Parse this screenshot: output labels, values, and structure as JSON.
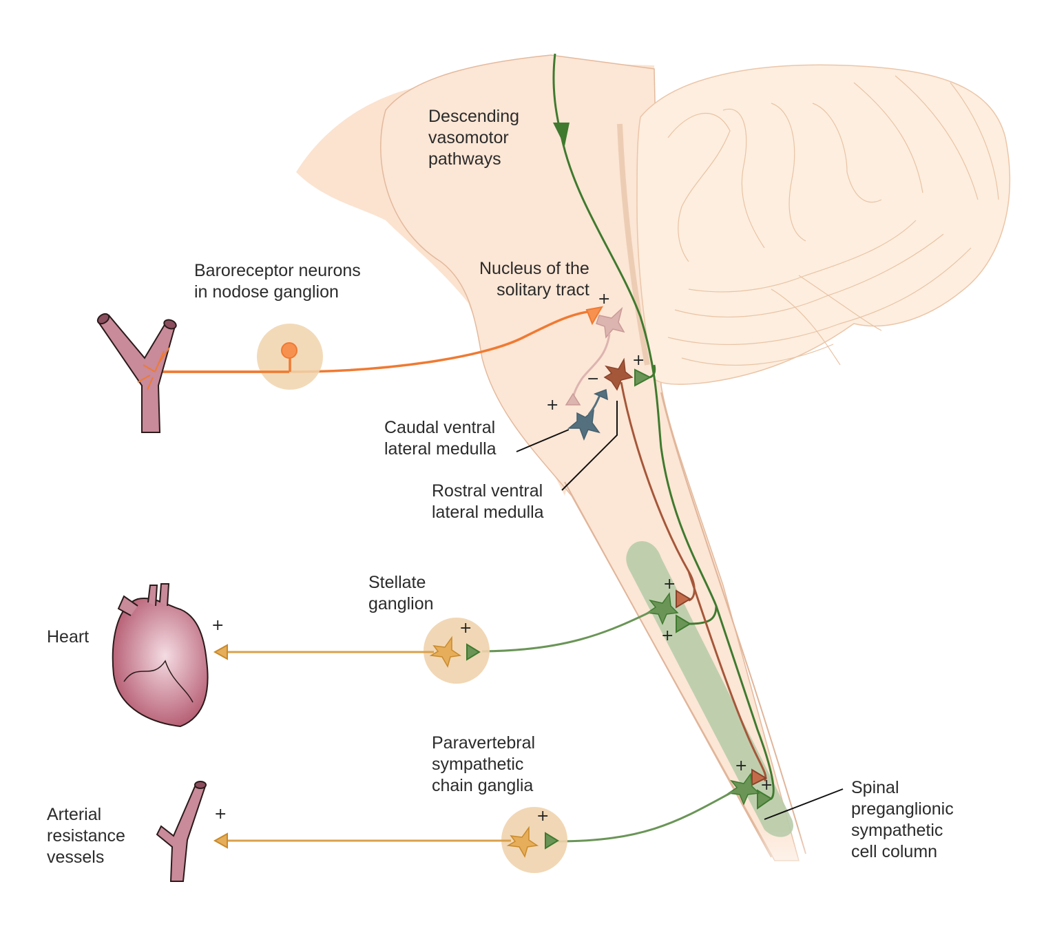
{
  "figure": {
    "title": "Baroreceptor reflex and sympathetic vasomotor control"
  },
  "labels": {
    "descending": [
      "Descending",
      "vasomotor",
      "pathways"
    ],
    "baroreceptor": [
      "Baroreceptor neurons",
      "in nodose ganglion"
    ],
    "nts": [
      "Nucleus of the",
      "solitary tract"
    ],
    "cvlm": [
      "Caudal ventral",
      "lateral medulla"
    ],
    "rvlm": [
      "Rostral ventral",
      "lateral medulla"
    ],
    "stellate": [
      "Stellate",
      "ganglion"
    ],
    "heart": [
      "Heart"
    ],
    "paravertebral": [
      "Paravertebral",
      "sympathetic",
      "chain ganglia"
    ],
    "arterial": [
      "Arterial",
      "resistance",
      "vessels"
    ],
    "spinal": [
      "Spinal",
      "preganglionic",
      "sympathetic",
      "cell column"
    ]
  },
  "signs": {
    "nts_input": "+",
    "rvlm_descending": "+",
    "cvlm_to_rvlm": "−",
    "nts_to_cvlm": "+",
    "upper_spinal_rvlm": "+",
    "upper_spinal_descending": "+",
    "heart_effector": "+",
    "stellate": "+",
    "lower_spinal_rvlm": "+",
    "lower_spinal_descending": "+",
    "vessel_effector": "+",
    "paravertebral": "+"
  },
  "colors": {
    "brain": "#fbe5d3",
    "brain_outline": "#e3b99c",
    "descending_pathway": "#3f7a2f",
    "baroreceptor": "#ef7a32",
    "nts_neuron": "#dcb4b0",
    "rvlm_neuron": "#a5573a",
    "cvlm_neuron": "#54707f",
    "preganglionic": "#6a9557",
    "postganglionic": "#d9a04a",
    "ganglion_bg": "#f0d3ad",
    "cell_column": "#b8ccaa",
    "vessel": "#c98a9a"
  }
}
